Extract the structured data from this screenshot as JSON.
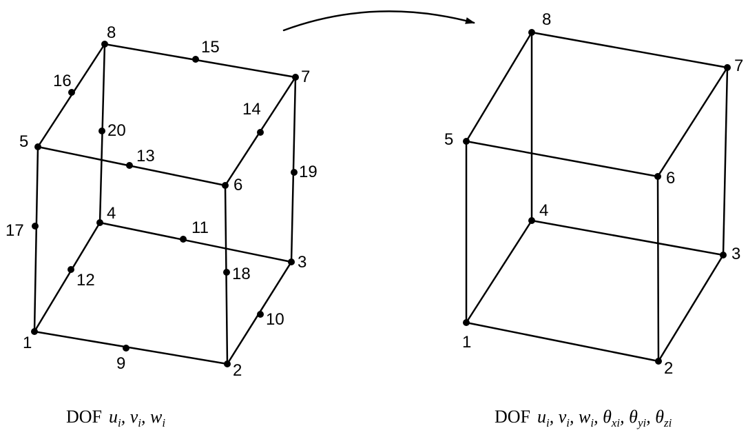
{
  "left_element": {
    "nodes": [
      "1",
      "2",
      "3",
      "4",
      "5",
      "6",
      "7",
      "8",
      "9",
      "10",
      "11",
      "12",
      "13",
      "14",
      "15",
      "16",
      "17",
      "18",
      "19",
      "20"
    ],
    "caption_prefix": "DOF",
    "caption_vars": "u_i, v_i, w_i"
  },
  "right_element": {
    "nodes": [
      "1",
      "2",
      "3",
      "4",
      "5",
      "6",
      "7",
      "8"
    ],
    "caption_prefix": "DOF",
    "caption_vars": "u_i, v_i, w_i, θ_xi, θ_yi, θ_zi"
  },
  "colors": {
    "stroke": "#000000",
    "background": "#ffffff"
  },
  "arrow": "curved-arrow"
}
